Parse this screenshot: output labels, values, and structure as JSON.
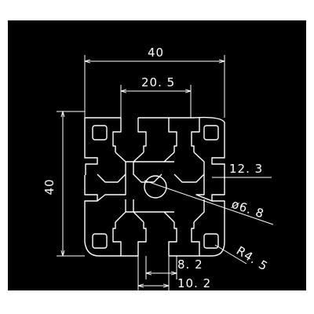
{
  "title": "",
  "colors": {
    "background": "#000000",
    "line": "#ffffff",
    "page": "#ffffff"
  },
  "profile": {
    "description_label": "",
    "dimensions": {
      "overall_width": "40",
      "slot_spacing": "20. 5",
      "overall_height": "40",
      "inner_depth": "12. 3",
      "center_bore": "ø6. 8",
      "corner_radius": "R4. 5",
      "slot_opening": "8. 2",
      "slot_width": "10. 2"
    }
  }
}
